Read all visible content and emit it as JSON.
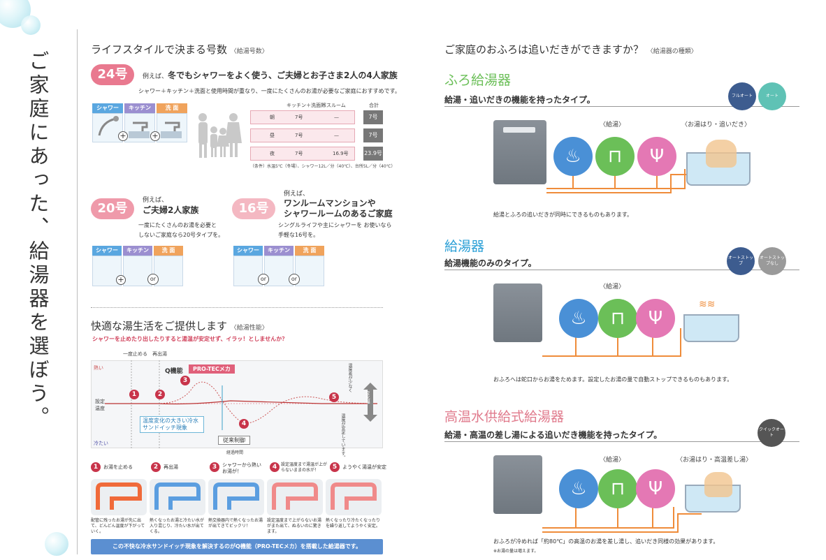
{
  "page_title": "ご家庭にあった、給湯器を選ぼう。",
  "left": {
    "heading": "ライフスタイルで決まる号数",
    "heading_small": "〈給湯号数〉",
    "g24": {
      "label": "24号",
      "example_prefix": "例えば、",
      "example": "冬でもシャワーをよく使う、ご夫婦とお子さま2人の4人家族",
      "note": "シャワー＋キッチン＋洗面と使用時間が重なり、一度にたくさんのお湯が必要なご家庭におすすめです。",
      "tags": [
        "シャワー",
        "キッチン",
        "洗 面"
      ],
      "table_head": [
        "キッチン＋洗面所",
        "バスルーム",
        "合計"
      ],
      "rows": [
        {
          "time": "朝",
          "kitchen": "7号",
          "bath": "—",
          "total": "7号"
        },
        {
          "time": "昼",
          "kitchen": "7号",
          "bath": "—",
          "total": "7号"
        },
        {
          "time": "夜",
          "kitchen": "7号",
          "bath": "16.9号",
          "total": "23.9号"
        }
      ],
      "condition": "（条件）水温5℃（冬場）、シャワー12L／分（40℃）、台所5L／分（40℃）"
    },
    "g20": {
      "label": "20号",
      "example_prefix": "例えば、",
      "example": "ご夫婦2人家族",
      "note_lines": [
        "一度にたくさんのお湯を必要と",
        "しないご家庭なら20号タイプを。"
      ],
      "tags": [
        "シャワー",
        "キッチン",
        "洗 面"
      ],
      "or": "or"
    },
    "g16": {
      "label": "16号",
      "example_prefix": "例えば、",
      "example_lines": [
        "ワンルームマンションや",
        "シャワールームのあるご家庭"
      ],
      "note_lines": [
        "シングルライフや主にシャワーを お使いなら",
        "手軽な16号を。"
      ],
      "tags": [
        "シャワー",
        "キッチン",
        "洗 面"
      ],
      "or": "or"
    },
    "perf_heading": "快適な湯生活をご提供します",
    "perf_heading_small": "〈給湯性能〉",
    "perf_question": "シャワーを止めたり出したりすると湯温が安定せず、イラッ！としませんか？",
    "graph": {
      "hot": "熱い",
      "cold": "冷たい",
      "set_temp": "設定温度",
      "stop": "一度止める",
      "restart": "再出湯",
      "q_label": "Q機能",
      "protec": "PRO-TECメカ",
      "sandwich": "温度変化の大きい冷水サンドイッチ現象",
      "old": "従来制御",
      "time": "経過時間",
      "band1": "温度差が少なく",
      "band2": "変化幅",
      "band3": "温度が安定しています。"
    },
    "steps": [
      {
        "n": "1",
        "text": "お湯を止める"
      },
      {
        "n": "2",
        "text": "再出湯"
      },
      {
        "n": "3",
        "text": "シャワーから熱いお湯が！"
      },
      {
        "n": "4",
        "text": "設定温度まで湯温が上がらないままの水が！"
      },
      {
        "n": "5",
        "text": "ようやく湯温が安定"
      }
    ],
    "step_notes": [
      "配管に残ったお湯が先に出て、どんどん温度が下がっていく。",
      "熱くなったお湯と冷たい水が入り混じり、冷たい水が出てくる。",
      "熱交換器内で熱くなったお湯が出てきてビックリ！",
      "設定温度まで上がらないお湯がまた出て、ぬるいのに驚きます。",
      "熱くなったり冷たくなったりを繰り返してようやく安定。"
    ],
    "bottom_bar": "この不快な冷水サンドイッチ現象を解決するのがQ機能（PRO-TECメカ）を搭載した給湯器です。"
  },
  "right": {
    "heading": "ご家庭のおふろは追いだきができますか？",
    "heading_small": "〈給湯器の種類〉",
    "furo": {
      "title": "ふろ給湯器",
      "sub": "給湯・追いだきの機能を持ったタイプ。",
      "badges": [
        "フルオート",
        "オート"
      ],
      "label_kyuto": "〈給湯〉",
      "label_bath": "〈お湯はり・追いだき〉",
      "note": "給湯とふろの追いだきが同時にできるものもあります。"
    },
    "kyuto": {
      "title": "給湯器",
      "sub": "給湯機能のみのタイプ。",
      "badges": [
        "オートストップ",
        "オートストップなし"
      ],
      "label_kyuto": "〈給湯〉",
      "note": "おふろへは蛇口からお湯をためます。設定したお湯の量で自動ストップできるものもあります。"
    },
    "koon": {
      "title": "高温水供給式給湯器",
      "sub": "給湯・高温の差し湯による追いだき機能を持ったタイプ。",
      "badges": [
        "クイックオート"
      ],
      "label_kyuto": "〈給湯〉",
      "label_bath": "〈お湯はり・高温差し湯〉",
      "note": "おふろが冷めれば「約80℃」の高温のお湯を差し湯し、追いだき同様の効果があります。",
      "footnote": "※お湯の量は増えます。"
    }
  },
  "colors": {
    "pink24": "#e9798f",
    "pink20": "#ef9aaa",
    "pink16": "#f4b8c2",
    "green": "#6bbf58",
    "pink_title": "#e07a8c",
    "orange_pipe": "#ef8c3a",
    "shower_blue": "#4a90d6",
    "kitchen_green": "#6bbf58",
    "wash_pink": "#e478b4"
  }
}
